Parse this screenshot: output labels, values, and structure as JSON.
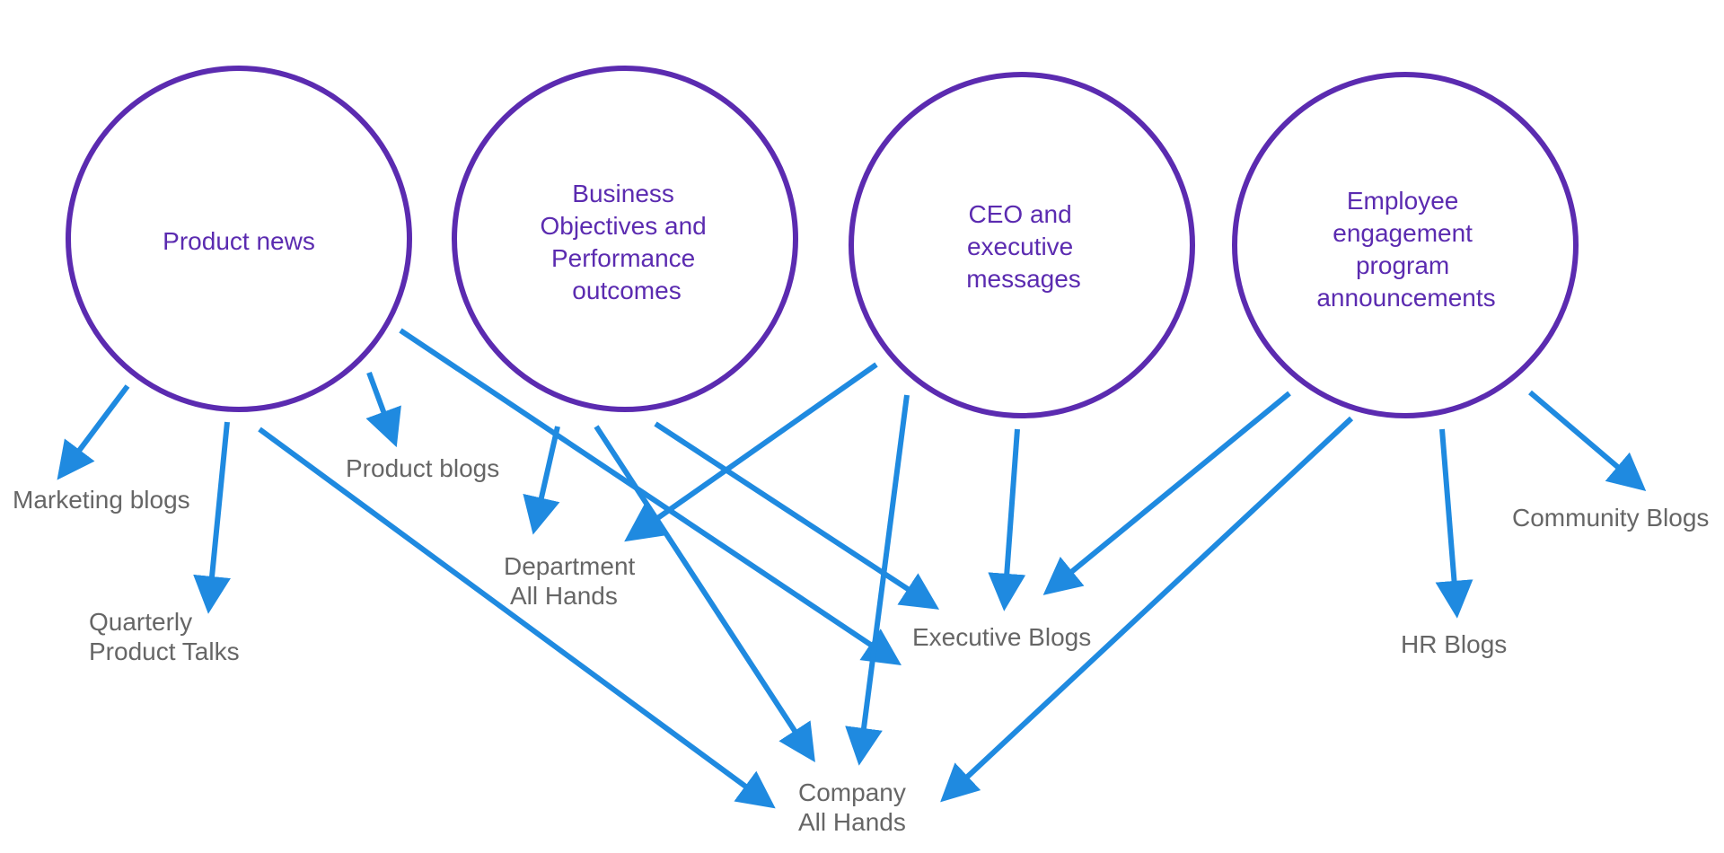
{
  "colors": {
    "circle_stroke": "#5b2bb0",
    "topic_text": "#5b2bb0",
    "arrow": "#1f8ae0",
    "channel_text": "#666666",
    "background": "#ffffff"
  },
  "topics": {
    "product_news": {
      "lines": [
        "Product news"
      ]
    },
    "business_objectives": {
      "lines": [
        "Business",
        "Objectives and",
        "Performance",
        "outcomes"
      ]
    },
    "ceo_messages": {
      "lines": [
        "CEO and",
        "executive",
        "messages"
      ]
    },
    "employee_engagement": {
      "lines": [
        "Employee",
        "engagement",
        "program",
        "announcements"
      ]
    }
  },
  "channels": {
    "marketing_blogs": {
      "lines": [
        "Marketing blogs"
      ]
    },
    "quarterly_product_talks": {
      "lines": [
        "Quarterly",
        "Product Talks"
      ]
    },
    "product_blogs": {
      "lines": [
        "Product blogs"
      ]
    },
    "department_all_hands": {
      "lines": [
        "Department",
        "All Hands"
      ]
    },
    "executive_blogs": {
      "lines": [
        "Executive Blogs"
      ]
    },
    "company_all_hands": {
      "lines": [
        "Company",
        "All Hands"
      ]
    },
    "hr_blogs": {
      "lines": [
        "HR Blogs"
      ]
    },
    "community_blogs": {
      "lines": [
        "Community Blogs"
      ]
    }
  },
  "connections": [
    {
      "from": "Product news",
      "to": "Marketing blogs"
    },
    {
      "from": "Product news",
      "to": "Quarterly Product Talks"
    },
    {
      "from": "Product news",
      "to": "Product blogs"
    },
    {
      "from": "Product news",
      "to": "Company All Hands"
    },
    {
      "from": "Product news",
      "to": "Executive Blogs"
    },
    {
      "from": "Business Objectives and Performance outcomes",
      "to": "Department All Hands"
    },
    {
      "from": "Business Objectives and Performance outcomes",
      "to": "Company All Hands"
    },
    {
      "from": "Business Objectives and Performance outcomes",
      "to": "Executive Blogs"
    },
    {
      "from": "CEO and executive messages",
      "to": "Department All Hands"
    },
    {
      "from": "CEO and executive messages",
      "to": "Company All Hands"
    },
    {
      "from": "CEO and executive messages",
      "to": "Executive Blogs"
    },
    {
      "from": "Employee engagement program announcements",
      "to": "Executive Blogs"
    },
    {
      "from": "Employee engagement program announcements",
      "to": "Company All Hands"
    },
    {
      "from": "Employee engagement program announcements",
      "to": "HR Blogs"
    },
    {
      "from": "Employee engagement program announcements",
      "to": "Community Blogs"
    }
  ]
}
